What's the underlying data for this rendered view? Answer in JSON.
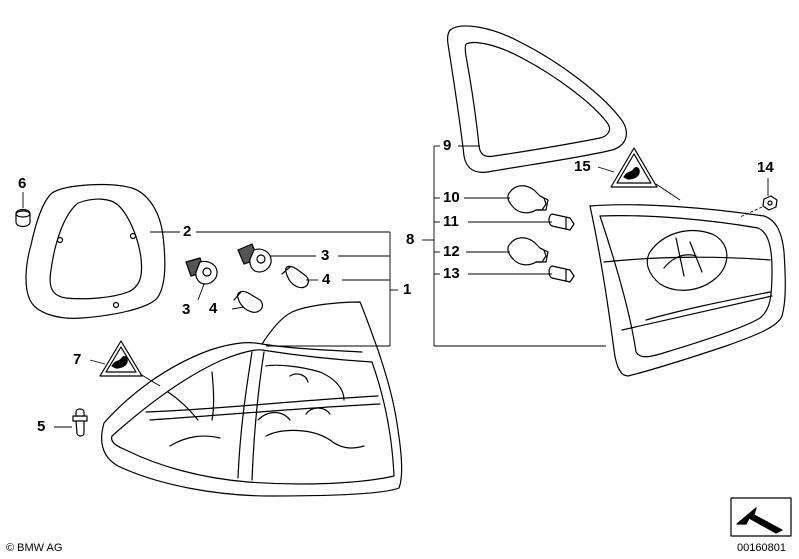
{
  "diagram": {
    "callouts": {
      "c1": "1",
      "c2": "2",
      "c3a": "3",
      "c3b": "3",
      "c4a": "4",
      "c4b": "4",
      "c5": "5",
      "c6": "6",
      "c7": "7",
      "c8": "8",
      "c9": "9",
      "c10": "10",
      "c11": "11",
      "c12": "12",
      "c13": "13",
      "c14": "14",
      "c15": "15"
    },
    "footer": {
      "copyright": "© BMW AG",
      "image_number": "00160801"
    }
  }
}
